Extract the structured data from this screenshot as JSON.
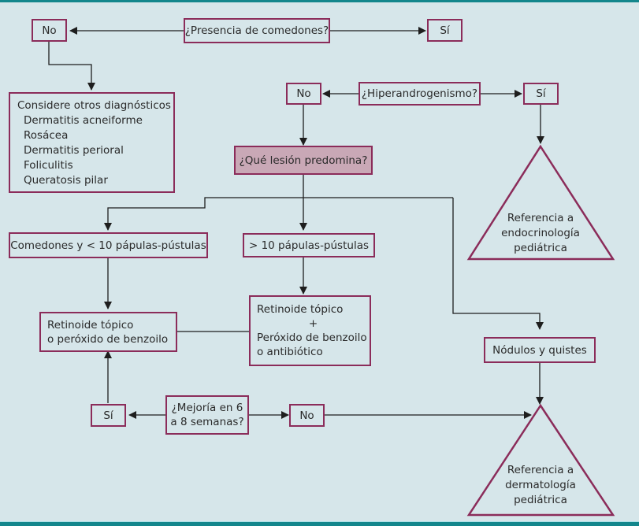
{
  "colors": {
    "background": "#d6e6ea",
    "frame_bar": "#13868c",
    "box_border": "#8b2c5a",
    "highlight_fill": "#c9a8b6",
    "connector": "#1e1e1e"
  },
  "nodes": {
    "q_comedones": "¿Presencia de comedones?",
    "comedones_no": "No",
    "comedones_si": "Sí",
    "other_dx": {
      "title": "Considere otros diagnósticos",
      "items": [
        "Dermatitis acneiforme",
        "Rosácea",
        "Dermatitis perioral",
        "Foliculitis",
        "Queratosis pilar"
      ]
    },
    "q_hiperandrogenismo": "¿Hiperandrogenismo?",
    "hiper_no": "No",
    "hiper_si": "Sí",
    "ref_endocrino": [
      "Referencia a",
      "endocrinología",
      "pediátrica"
    ],
    "q_lesion": "¿Qué lesión predomina?",
    "comedones_menos10": "Comedones y < 10 pápulas-pústulas",
    "mas10": "> 10 pápulas-pústulas",
    "nodulos": "Nódulos y quistes",
    "retinoide_o_peroxido": [
      "Retinoide tópico",
      "o peróxido de benzoilo"
    ],
    "retinoide_mas": [
      "Retinoide tópico",
      "+",
      "Peróxido de benzoilo",
      "o antibiótico"
    ],
    "q_mejoria": [
      "¿Mejoría en 6",
      "a 8 semanas?"
    ],
    "mejoria_si": "Sí",
    "mejoria_no": "No",
    "ref_dermato": [
      "Referencia a",
      "dermatología",
      "pediátrica"
    ]
  }
}
